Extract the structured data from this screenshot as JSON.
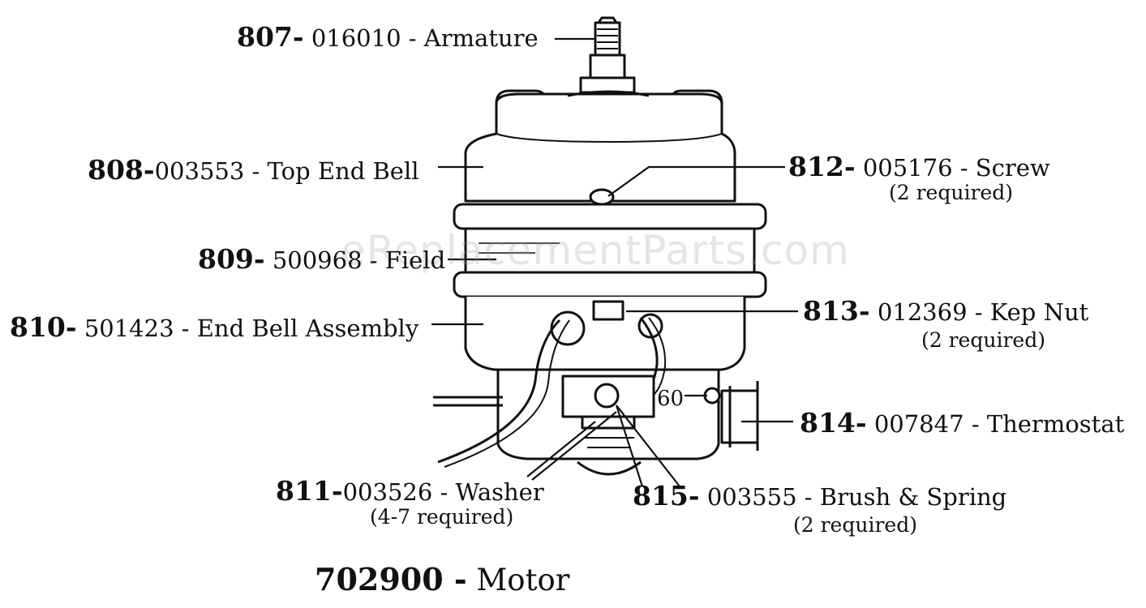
{
  "watermark": "eReplacementParts.com",
  "parts": [
    {
      "ref": "807-",
      "desc": "016010 - Armature",
      "note": ""
    },
    {
      "ref": "808-",
      "desc": "003553 - Top End Bell",
      "note": ""
    },
    {
      "ref": "809-",
      "desc": "500968 - Field",
      "note": ""
    },
    {
      "ref": "810-",
      "desc": "501423 - End Bell Assembly",
      "note": ""
    },
    {
      "ref": "811-",
      "desc": "003526 - Washer",
      "note": "(4-7 required)"
    },
    {
      "ref": "812-",
      "desc": "005176 - Screw",
      "note": "(2 required)"
    },
    {
      "ref": "813-",
      "desc": "012369 - Kep Nut",
      "note": "(2 required)"
    },
    {
      "ref": "814-",
      "desc": "007847 - Thermostat",
      "note": ""
    },
    {
      "ref": "815-",
      "desc": "003555 - Brush & Spring",
      "note": "(2 required)"
    }
  ],
  "thermostat_marking": "60",
  "assembly": {
    "number": "702900 -",
    "name": "Motor"
  }
}
